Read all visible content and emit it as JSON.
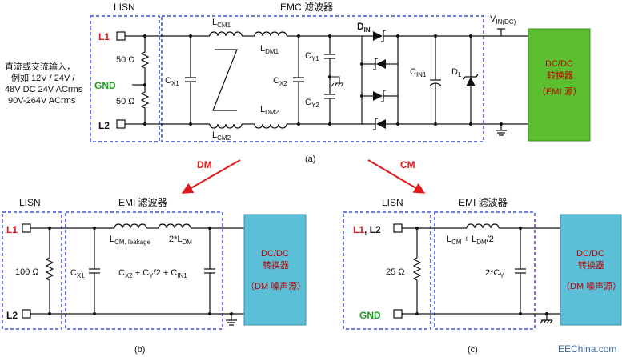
{
  "diagram_a": {
    "lisn_title": "LISN",
    "emc_title": "EMC 滤波器",
    "input_desc": [
      "直流或交流输入，",
      "例如 12V / 24V /",
      "48V DC 24V ACrms",
      "90V-264V ACrms"
    ],
    "l1": "L1",
    "l2": "L2",
    "gnd": "GND",
    "r1": "50 Ω",
    "r2": "50 Ω",
    "lcm1": "L",
    "lcm1_sub": "CM1",
    "lcm2": "L",
    "lcm2_sub": "CM2",
    "ldm1": "L",
    "ldm1_sub": "DM1",
    "ldm2": "L",
    "ldm2_sub": "DM2",
    "cx1": "C",
    "cx1_sub": "X1",
    "cx2": "C",
    "cx2_sub": "X2",
    "cy1": "C",
    "cy1_sub": "Y1",
    "cy2": "C",
    "cy2_sub": "Y2",
    "din": "D",
    "din_sub": "IN",
    "cin1": "C",
    "cin1_sub": "IN1",
    "d1": "D",
    "d1_sub": "1",
    "vin": "V",
    "vin_sub": "IN(DC)",
    "box_line1": "DC/DC",
    "box_line2": "转换器",
    "box_line3": "（EMI 源）",
    "caption": "(a)"
  },
  "arrows": {
    "dm": "DM",
    "cm": "CM"
  },
  "diagram_b": {
    "lisn_title": "LISN",
    "emi_title": "EMI 滤波器",
    "l1": "L1",
    "l2": "L2",
    "r": "100 Ω",
    "lcm_leak": "L",
    "lcm_leak_sub": "CM, leakage",
    "ldm": "2*L",
    "ldm_sub": "DM",
    "cx1": "C",
    "cx1_sub": "X1",
    "ceq_a": "C",
    "ceq_a_sub": "X2",
    "ceq_b": " + C",
    "ceq_b_sub": "Y",
    "ceq_c": "/2 + C",
    "ceq_c_sub": "IN1",
    "box_line1": "DC/DC",
    "box_line2": "转换器",
    "box_line3": "（DM 噪声源）",
    "caption": "(b)"
  },
  "diagram_c": {
    "lisn_title": "LISN",
    "emi_title": "EMI 滤波器",
    "l1": "L1",
    "l2": ", L2",
    "gnd": "GND",
    "r": "25 Ω",
    "lsum_a": "L",
    "lsum_a_sub": "CM",
    "lsum_b": " + L",
    "lsum_b_sub": "DM",
    "lsum_c": "/2",
    "cy": "2*C",
    "cy_sub": "Y",
    "box_line1": "DC/DC",
    "box_line2": "转换器",
    "box_line3": "（DM 噪声源）",
    "caption": "(c)"
  },
  "watermark": "EEChina.com",
  "colors": {
    "box_green": "#5bbf2f",
    "box_cyan": "#5bbfd8",
    "box_text": "#c00000",
    "dash_blue": "#1a2fd0",
    "arrow_red": "#e01a1a"
  }
}
